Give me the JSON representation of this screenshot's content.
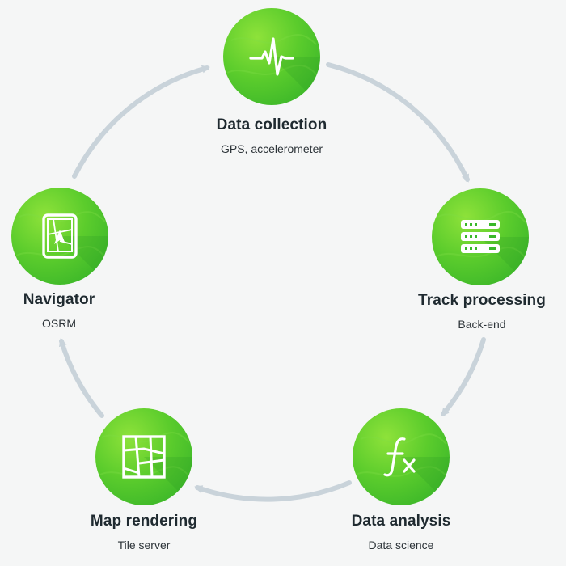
{
  "colors": {
    "background": "#f5f6f6",
    "node_green": "#4cc42e",
    "arrow": "#c9d3da",
    "text": "#1f2a30"
  },
  "nodes": [
    {
      "id": "data-collection",
      "title": "Data collection",
      "subtitle": "GPS, accelerometer",
      "icon": "pulse-icon"
    },
    {
      "id": "track-processing",
      "title": "Track processing",
      "subtitle": "Back-end",
      "icon": "server-icon"
    },
    {
      "id": "data-analysis",
      "title": "Data analysis",
      "subtitle": "Data science",
      "icon": "function-icon"
    },
    {
      "id": "map-rendering",
      "title": "Map rendering",
      "subtitle": "Tile server",
      "icon": "map-icon"
    },
    {
      "id": "navigator",
      "title": "Navigator",
      "subtitle": "OSRM",
      "icon": "navigator-icon"
    }
  ],
  "cycle": [
    "data-collection",
    "track-processing",
    "data-analysis",
    "map-rendering",
    "navigator",
    "data-collection"
  ]
}
